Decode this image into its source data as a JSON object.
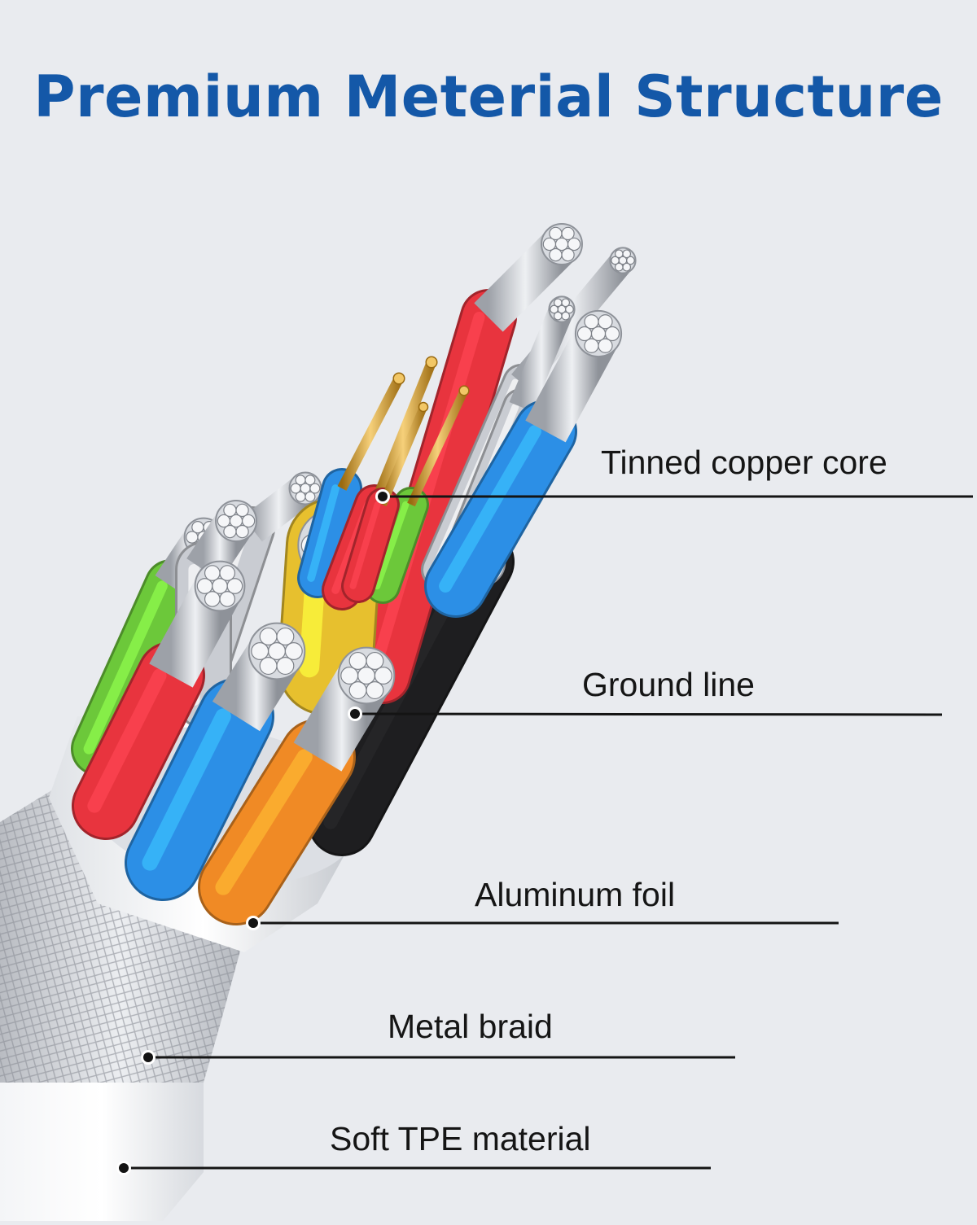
{
  "title": "Premium Meterial Structure",
  "colors": {
    "title": "#1458a8",
    "background": "#e9ebef",
    "red": "#e8343e",
    "blue": "#2c8fe6",
    "green": "#6cc83a",
    "yellow": "#e7c02e",
    "orange": "#f08a25",
    "black": "#1e1e20",
    "copper_gold": "#d9a437",
    "silver": "#c9ccd2"
  },
  "callouts": [
    {
      "label": "Tinned copper core"
    },
    {
      "label": "Ground line"
    },
    {
      "label": "Aluminum foil"
    },
    {
      "label": "Metal braid"
    },
    {
      "label": "Soft TPE material"
    }
  ]
}
